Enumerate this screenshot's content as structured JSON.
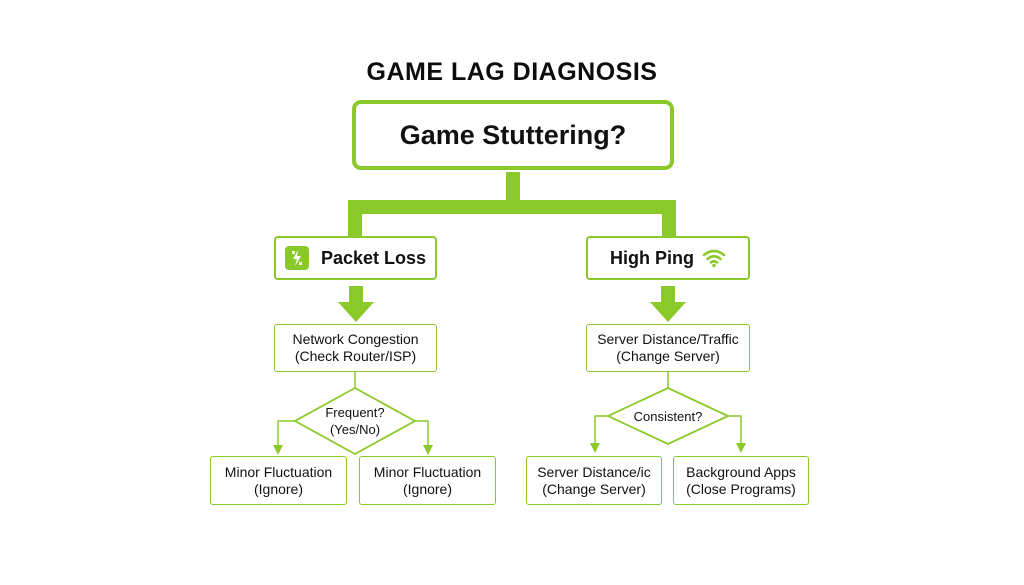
{
  "title": "GAME LAG DIAGNOSIS",
  "root": {
    "label": "Game Stuttering?"
  },
  "left": {
    "label": "Packet Loss",
    "icon": "packet-loss-icon",
    "cause": {
      "line1": "Network Congestion",
      "line2": "(Check Router/ISP)"
    },
    "decision": {
      "line1": "Frequent?",
      "line2": "(Yes/No)"
    },
    "outcomes": [
      {
        "line1": "Minor Fluctuation",
        "line2": "(Ignore)"
      },
      {
        "line1": "Minor Fluctuation",
        "line2": "(Ignore)"
      }
    ]
  },
  "right": {
    "label": "High Ping",
    "icon": "wifi-icon",
    "cause": {
      "line1": "Server Distance/Traffic",
      "line2": "(Change Server)"
    },
    "decision": {
      "line1": "Consistent?"
    },
    "outcomes": [
      {
        "line1": "Server Distance/ic",
        "line2": "(Change Server)"
      },
      {
        "line1": "Background Apps",
        "line2": "(Close Programs)"
      }
    ]
  },
  "colors": {
    "accent": "#8bc92a",
    "text": "#111111",
    "background": "#ffffff"
  }
}
